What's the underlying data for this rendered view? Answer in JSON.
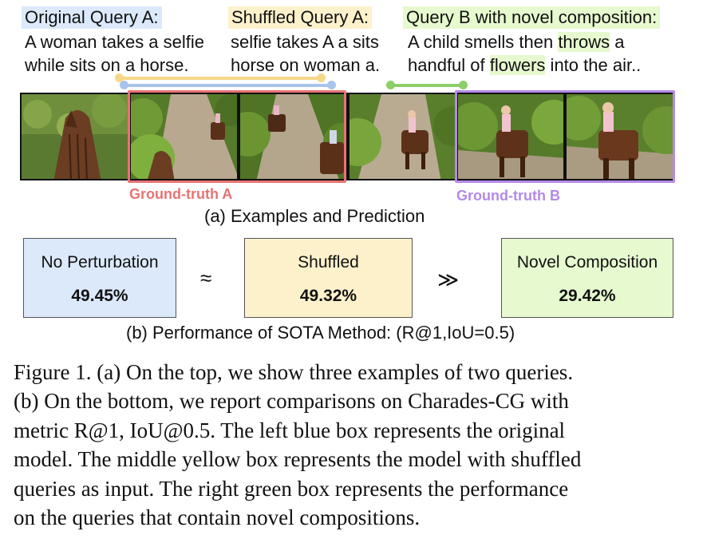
{
  "query_a": {
    "title": "Original Query A:",
    "line1": "A woman takes a selfie",
    "line2": "while sits on a horse."
  },
  "shuffled": {
    "title": "Shuffled Query A:",
    "line1": "selfie takes A a sits",
    "line2": "horse on woman a."
  },
  "query_b": {
    "title": "Query B with novel composition:",
    "line1_pre": "A child smells then ",
    "line1_hl": "throws",
    "line1_post": " a",
    "line2_pre": "handful of ",
    "line2_hl": "flowers",
    "line2_post": " into the air.."
  },
  "gt_a_label": "Ground-truth A",
  "gt_b_label": "Ground-truth B",
  "caption_a": "(a) Examples and  Prediction",
  "results": {
    "no_perturbation": {
      "label": "No Perturbation",
      "value": "49.45%"
    },
    "op1": "≈",
    "shuffled": {
      "label": "Shuffled",
      "value": "49.32%"
    },
    "op2": "≫",
    "novel": {
      "label": "Novel Composition",
      "value": "29.42%"
    }
  },
  "caption_b": "(b) Performance of  SOTA  Method: (R@1,IoU=0.5)",
  "figure_caption": [
    "Figure 1. (a) On the top, we show three examples of two queries.",
    "(b) On the bottom, we report comparisons on Charades-CG with",
    "metric R@1, IoU@0.5. The left blue box represents the original",
    "model. The middle yellow box represents the model with shuffled",
    "queries as input. The right green box represents the performance",
    "on the queries that contain novel compositions."
  ],
  "colors": {
    "blue_box": "#dbe9fb",
    "yellow_box": "#fdf1cc",
    "green_box": "#e6f9cf",
    "ground_truth_a": "#e87373",
    "ground_truth_b": "#b48ae8",
    "line_yellow": "#f5d88a",
    "line_blue": "#a9c4ec",
    "line_green": "#8ccf6a"
  },
  "frames": [
    "horse-ear-closeup",
    "woman-on-horse-path",
    "woman-on-horse-path",
    "child-on-horse-path",
    "child-on-horse-closer",
    "child-on-horse-closest"
  ]
}
